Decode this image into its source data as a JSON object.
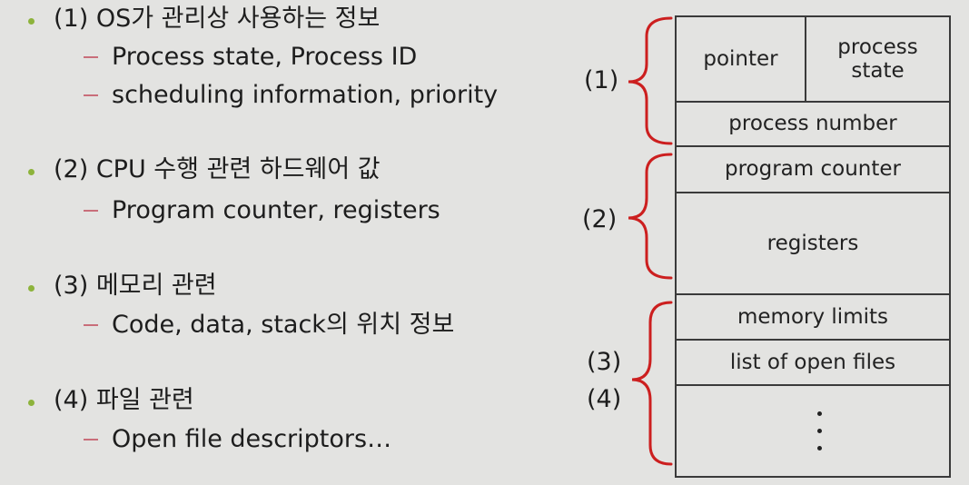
{
  "sections": [
    {
      "heading": "(1) OS가 관리상 사용하는 정보",
      "items": [
        "Process state, Process ID",
        "scheduling information, priority"
      ]
    },
    {
      "heading": "(2) CPU 수행 관련 하드웨어 값",
      "items": [
        "Program counter, registers"
      ]
    },
    {
      "heading": "(3) 메모리 관련",
      "items": [
        "Code, data, stack의 위치 정보"
      ]
    },
    {
      "heading": "(4) 파일 관련",
      "items": [
        "Open file descriptors…"
      ]
    }
  ],
  "pcb": {
    "pointer": "pointer",
    "process_state": "process state",
    "process_number": "process number",
    "program_counter": "program counter",
    "registers": "registers",
    "memory_limits": "memory limits",
    "open_files": "list of open files"
  },
  "group_labels": [
    "(1)",
    "(2)",
    "(3)",
    "(4)"
  ],
  "colors": {
    "bullet": "#8db33b",
    "dash": "#c96e7a",
    "brace": "#cc1f1f"
  }
}
